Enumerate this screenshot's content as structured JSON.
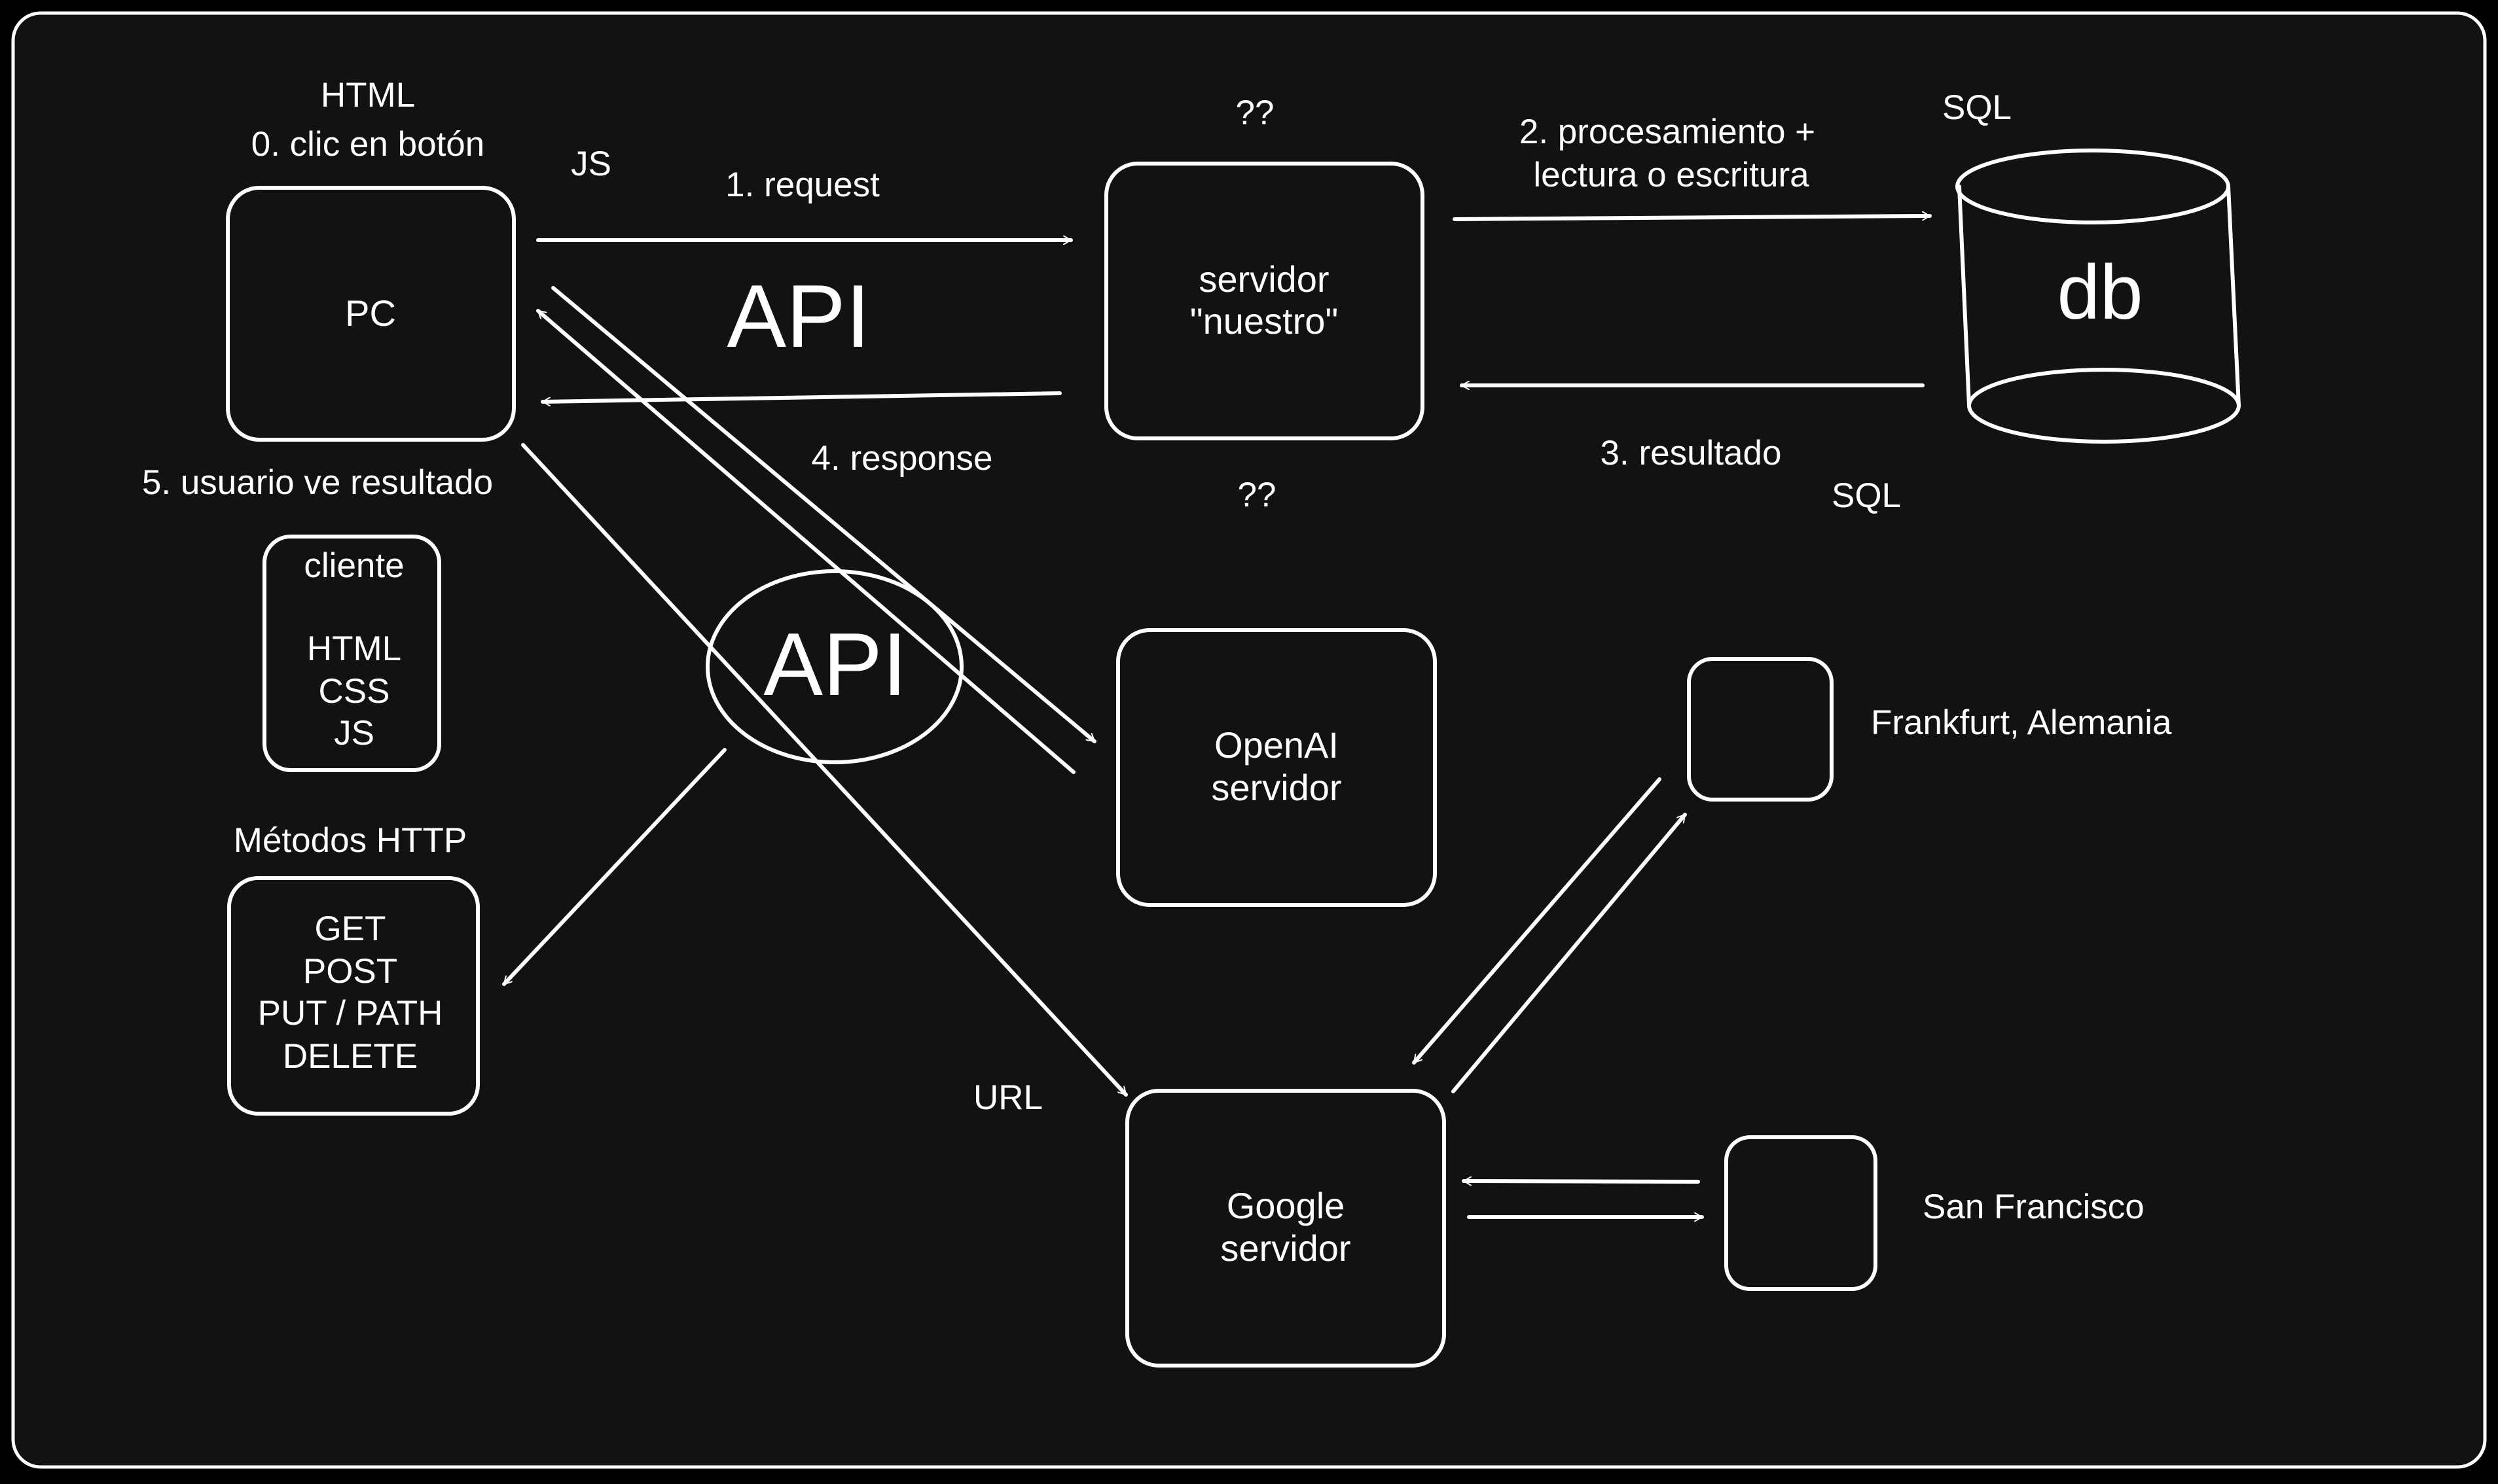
{
  "colors": {
    "canvas": "#121212",
    "outer": "#000000",
    "stroke": "#ffffff",
    "text": "#ffffff"
  },
  "pc": {
    "label": "PC",
    "top_label": "HTML",
    "action_label": "0. clic en botón",
    "js_label": "JS",
    "result_label": "5. usuario ve resultado"
  },
  "server": {
    "line1": "servidor",
    "line2": "\"nuestro\"",
    "top_label": "??",
    "bottom_label": "??"
  },
  "db": {
    "label": "db",
    "top_label": "SQL",
    "bottom_label": "SQL"
  },
  "arrows": {
    "request": "1. request",
    "processing_line1": "2. procesamiento +",
    "processing_line2": "lectura o escritura",
    "result": "3. resultado",
    "response": "4. response"
  },
  "api_big": "API",
  "api_ellipse": "API",
  "client": {
    "title": "cliente",
    "items": [
      "HTML",
      "CSS",
      "JS"
    ]
  },
  "methods": {
    "title": "Métodos HTTP",
    "items": [
      "GET",
      "POST",
      "PUT / PATH",
      "DELETE"
    ]
  },
  "openai": {
    "line1": "OpenAI",
    "line2": "servidor"
  },
  "google": {
    "line1": "Google",
    "line2": "servidor",
    "url_label": "URL"
  },
  "locations": {
    "frankfurt": "Frankfurt, Alemania",
    "sanfrancisco": "San Francisco"
  }
}
